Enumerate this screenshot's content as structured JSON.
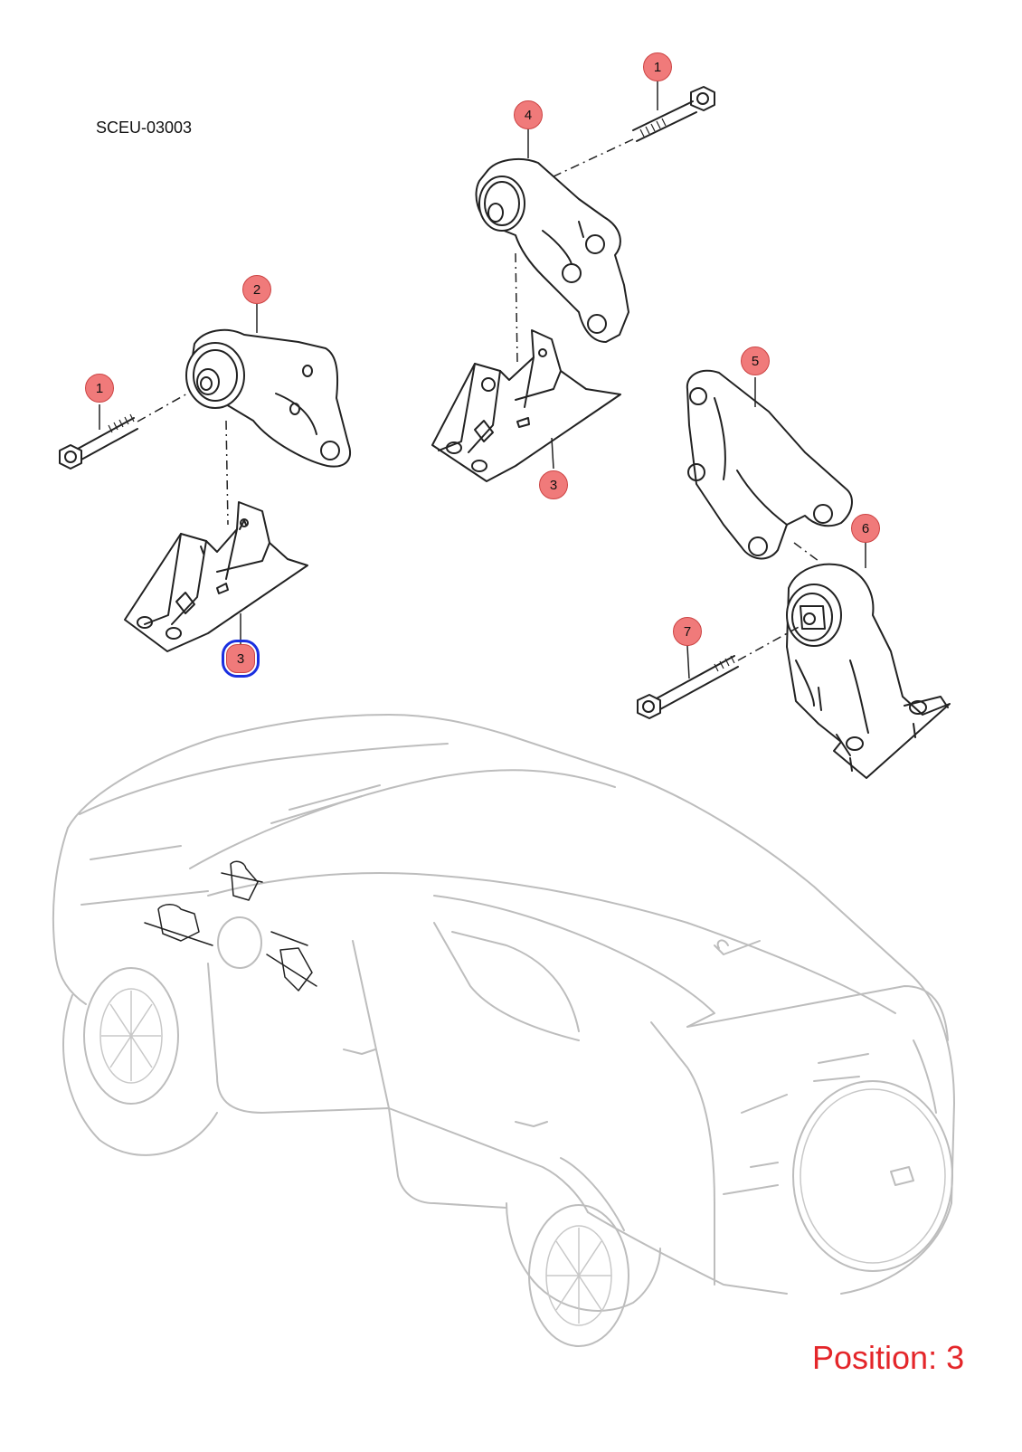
{
  "diagram_code": "SCEU-03003",
  "position_label": "Position: 3",
  "callouts": [
    {
      "id": "c1a",
      "label": "1"
    },
    {
      "id": "c1b",
      "label": "1"
    },
    {
      "id": "c2",
      "label": "2"
    },
    {
      "id": "c3a",
      "label": "3"
    },
    {
      "id": "c3b",
      "label": "3"
    },
    {
      "id": "c4",
      "label": "4"
    },
    {
      "id": "c5",
      "label": "5"
    },
    {
      "id": "c6",
      "label": "6"
    },
    {
      "id": "c7",
      "label": "7"
    }
  ],
  "selected_position": "3",
  "colors": {
    "callout_fill": "#f07a7a",
    "highlight": "#1a2fe0",
    "position_text": "#e4262a"
  }
}
